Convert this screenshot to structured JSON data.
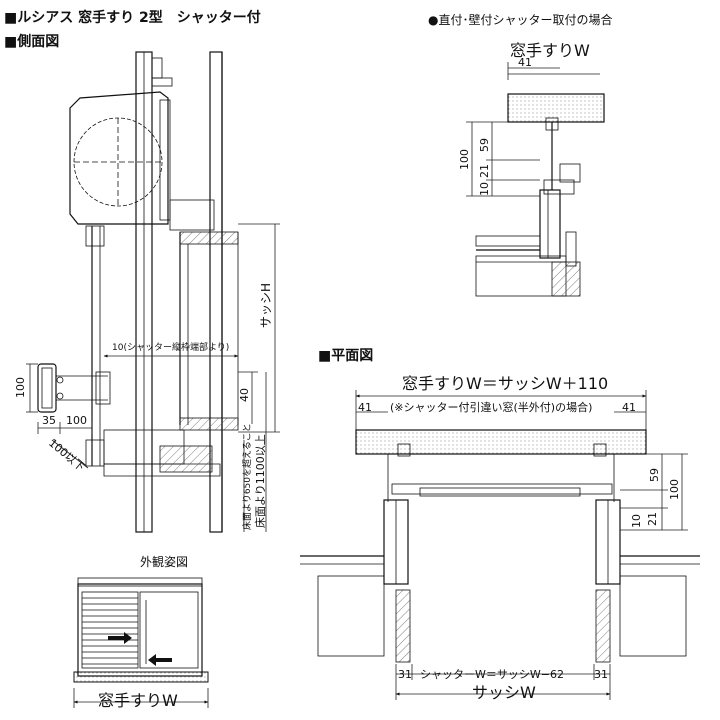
{
  "title": "■ルシアス 窓手すり 2型　シャッター付",
  "side_view": {
    "heading": "■側面図",
    "sash_h": "サッシH",
    "shutter_note": "10(シャッター縦枠端部より)",
    "dim_100": "100",
    "dim_35": "35",
    "dim_100b": "100",
    "dim_100_or_less": "100以下",
    "dim_40": "40",
    "floor_note_1": "床面より650を超えること",
    "floor_note_2": "床面より1100以上"
  },
  "direct_mount": {
    "heading": "●直付･壁付シャッター取付の場合",
    "rail_w": "窓手すりW",
    "dim_41": "41",
    "dim_100": "100",
    "dim_59": "59",
    "dim_21": "21",
    "dim_10": "10"
  },
  "plan_view": {
    "heading": "■平面図",
    "rail_formula": "窓手すりW＝サッシW＋110",
    "note": "(※シャッター付引違い窓(半外付)の場合)",
    "dim_41_left": "41",
    "dim_41_right": "41",
    "dim_59": "59",
    "dim_100": "100",
    "dim_10": "10",
    "dim_21": "21",
    "dim_31_left": "31",
    "dim_31_right": "31",
    "shutter_formula": "シャッターW＝サッシW−62",
    "sash_w": "サッシW"
  },
  "exterior": {
    "heading": "外観姿図",
    "rail_w": "窓手すりW"
  }
}
